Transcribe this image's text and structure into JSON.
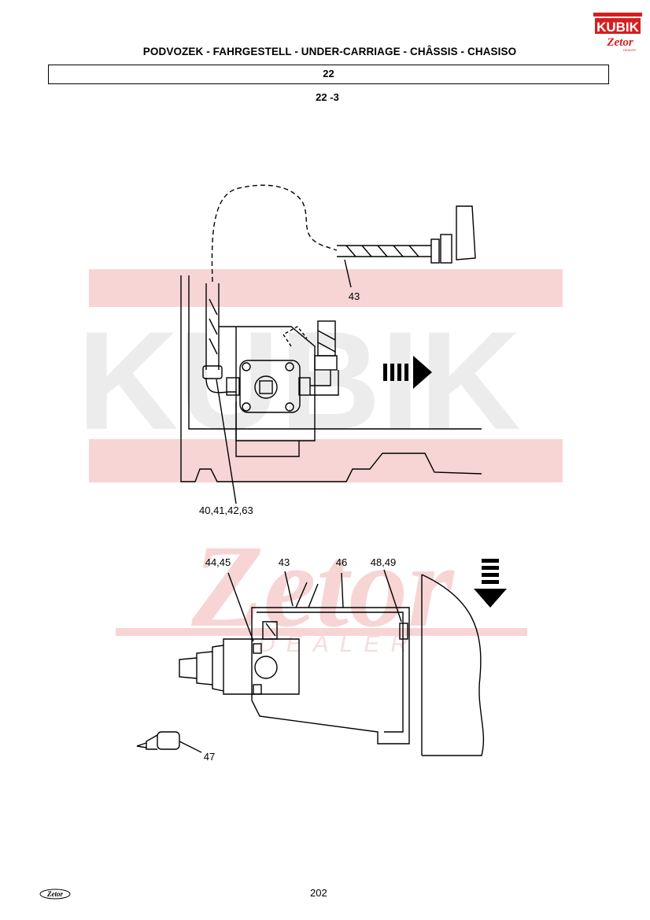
{
  "header": {
    "title": "PODVOZEK - FAHRGESTELL - UNDER-CARRIAGE - CHÂSSIS - CHASISO",
    "section": "22",
    "subsection": "22 -3"
  },
  "brand": {
    "top_logo_text": "KUBIK",
    "top_logo_sub": "Zetor",
    "top_logo_dealer": "DEALER",
    "watermark_main": "KUBIK",
    "watermark_sub": "Zetor",
    "watermark_dealer": "DEALER",
    "footer_logo": "Zetor"
  },
  "figure1": {
    "labels": {
      "a": "43",
      "b": "40,41,42,63"
    }
  },
  "figure2": {
    "labels": {
      "a": "44,45",
      "b": "43",
      "c": "46",
      "d": "48,49",
      "e": "47"
    }
  },
  "footer": {
    "page_number": "202"
  },
  "colors": {
    "watermark": "#f7d5d5",
    "watermark_grey": "#ececec",
    "logo_red": "#d42020"
  }
}
